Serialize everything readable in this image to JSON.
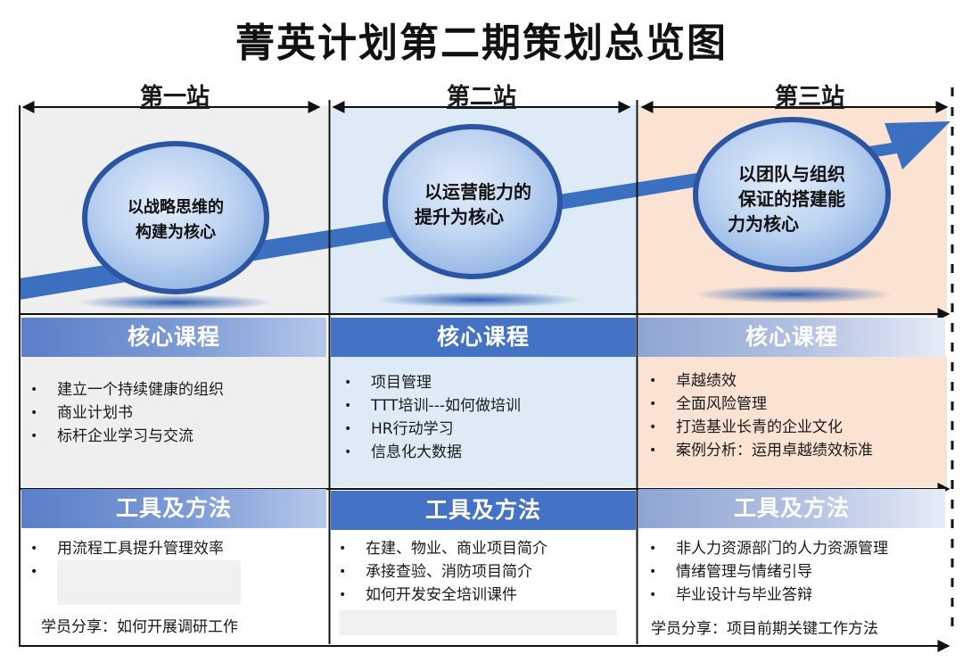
{
  "title": "菁英计划第二期策划总览图",
  "stations": [
    "第一站",
    "第二站",
    "第三站"
  ],
  "circles": [
    {
      "lines": [
        "以战略思维的",
        "构建为核心"
      ]
    },
    {
      "lines": [
        "以运营能力的",
        "提升为核心"
      ]
    },
    {
      "lines": [
        "以团队与组织",
        "保证的搭建能",
        "力为核心"
      ]
    }
  ],
  "section_labels": {
    "courses": "核心课程",
    "tools": "工具及方法"
  },
  "columns": [
    {
      "courses": [
        "建立一个持续健康的组织",
        "商业计划书",
        "标杆企业学习与交流"
      ],
      "tools": [
        "用流程工具提升管理效率",
        "",
        ""
      ],
      "share": "学员分享：如何开展调研工作"
    },
    {
      "courses": [
        "项目管理",
        "TTT培训---如何做培训",
        "HR行动学习",
        "信息化大数据"
      ],
      "tools": [
        "在建、物业、商业项目简介",
        "承接查验、消防项目简介",
        "如何开发安全培训课件"
      ],
      "share": ""
    },
    {
      "courses": [
        "卓越绩效",
        "全面风险管理",
        "打造基业长青的企业文化",
        "案例分析：运用卓越绩效标准"
      ],
      "tools": [
        "非人力资源部门的人力资源管理",
        "情绪管理与情绪引导",
        "毕业设计与毕业答辩"
      ],
      "share": "学员分享：项目前期关键工作方法"
    }
  ],
  "colors": {
    "arrow": "#3b6fc0",
    "col1_bg": "#efefef",
    "col2_bg": "#deebf6",
    "col3_bg": "#fbe3d4",
    "bar_dark": "#4472c4"
  }
}
